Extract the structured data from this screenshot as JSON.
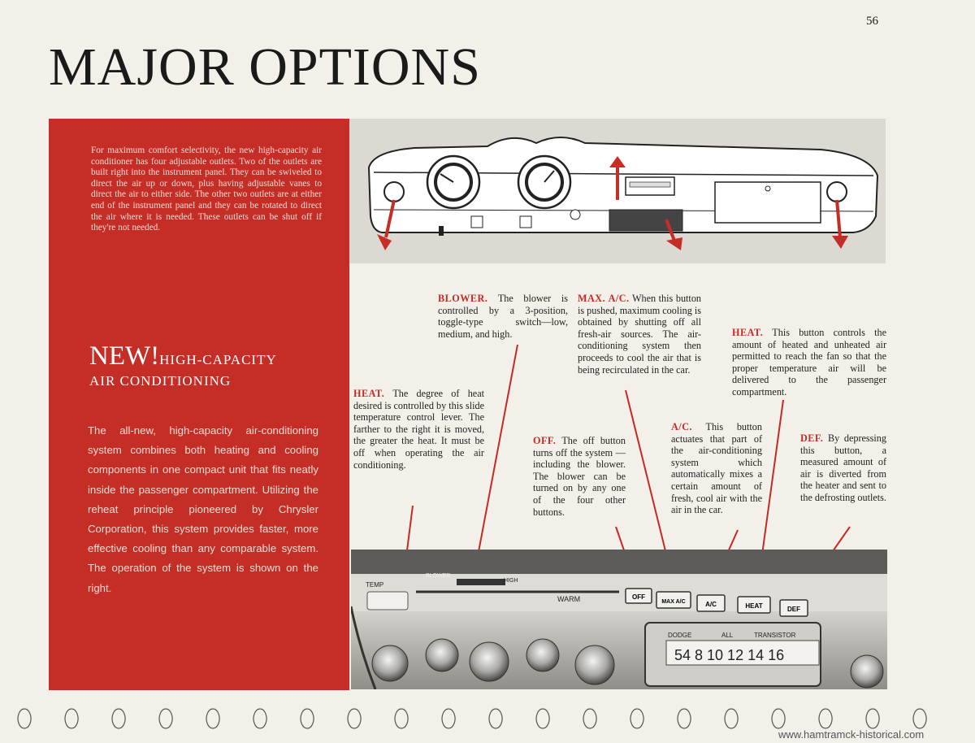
{
  "page": {
    "number": "56",
    "title": "MAJOR OPTIONS"
  },
  "intro": "For maximum comfort selectivity, the new high-capacity air conditioner has four adjustable outlets. Two of the outlets are built right into the instrument panel. They can be swiveled to direct the air up or down, plus having adjustable vanes to direct the air to either side. The other two outlets are at either end of the instrument panel and they can be rotated to direct the air where it is needed. These outlets can be shut off if they're not needed.",
  "headline": {
    "new": "NEW!",
    "line1": "HIGH-CAPACITY",
    "line2": "AIR CONDITIONING"
  },
  "body": "The all-new, high-capacity air-conditioning system combines both heating and cooling components in one compact unit that fits neatly inside the passenger compartment. Utilizing the reheat principle pioneered by Chrysler Corporation, this system provides faster, more effective cooling than any comparable system. The operation of the system is shown on the right.",
  "callouts": {
    "blower": {
      "term": "BLOWER.",
      "text": " The blower is controlled by a 3-position, toggle-type switch—low, medium, and high."
    },
    "max_ac": {
      "term": "MAX. A/C.",
      "text": " When this button is pushed, maximum cooling is obtained by shutting off all fresh-air sources. The air-conditioning system then proceeds to cool the air that is being recirculated in the car."
    },
    "heat_button": {
      "term": "HEAT.",
      "text": " This button controls the amount of heated and unheated air permitted to reach the fan so that the proper temperature air will be delivered to the passenger compartment."
    },
    "heat_lever": {
      "term": "HEAT.",
      "text": " The degree of heat desired is controlled by this slide temperature control lever. The farther to the right it is moved, the greater the heat. It must be off when operating the air conditioning."
    },
    "ac": {
      "term": "A/C.",
      "text": " This button actuates that part of the air-conditioning system which automatically mixes a certain amount of fresh, cool air with the air in the car."
    },
    "off": {
      "term": "OFF.",
      "text": " The off button turns off the system — including the blower. The blower can be turned on by any one of the four other buttons."
    },
    "def": {
      "term": "DEF.",
      "text": " By depressing this button, a measured amount of air is diverted from the heater and sent to the defrosting outlets."
    }
  },
  "panel": {
    "blower_label": "BLOWER",
    "high_label": "HIGH",
    "temp_label": "TEMP",
    "warm_label": "WARM",
    "buttons": [
      "OFF",
      "MAX A/C",
      "A/C",
      "HEAT",
      "DEF"
    ],
    "radio_brand": "DODGE",
    "radio_all": "ALL",
    "radio_transistor": "TRANSISTOR",
    "radio_dial": "54  8  10  12  14  16"
  },
  "footer": {
    "watermark": "www.hamtramck-historical.com"
  },
  "colors": {
    "red": "#c52e26",
    "page": "#f3f0ea"
  }
}
